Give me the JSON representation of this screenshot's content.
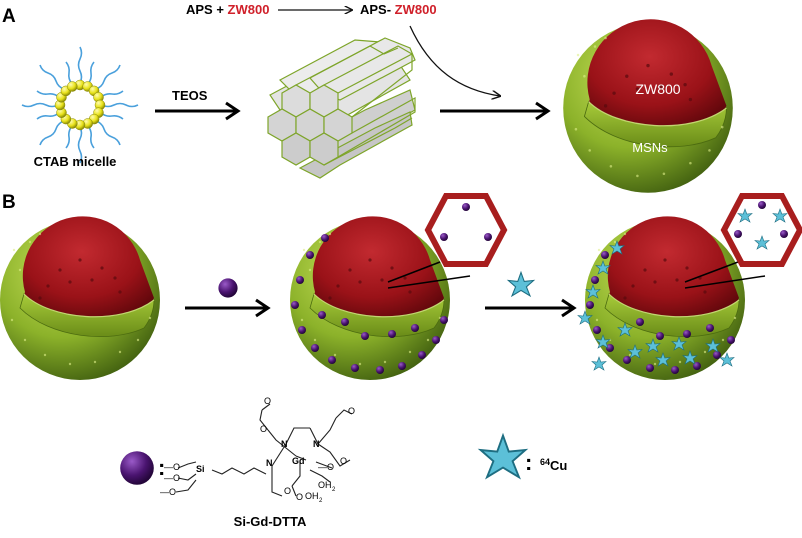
{
  "panels": {
    "a": {
      "label": "A"
    },
    "b": {
      "label": "B"
    }
  },
  "reaction": {
    "aps": "APS + ",
    "zw800": "ZW800",
    "product_prefix": "APS- ",
    "product_dye": "ZW800"
  },
  "steps": {
    "teos": "TEOS"
  },
  "labels": {
    "ctab": "CTAB micelle",
    "core": "ZW800",
    "shell": "MSNs"
  },
  "legend": {
    "gd_compound": "Si-Gd-DTTA",
    "cu_mass": "64",
    "cu_symbol": "Cu",
    "colon": ":"
  },
  "colors": {
    "core_red": "#a8141c",
    "shell_green": "#8fb52a",
    "gd_purple": "#4a1470",
    "cu_cyan": "#5cc0d8",
    "hex_frame": "#a81e1e",
    "micelle_yellow": "#e8e21a",
    "micelle_tail": "#4aa0dc",
    "dye_red": "#d0202a"
  }
}
